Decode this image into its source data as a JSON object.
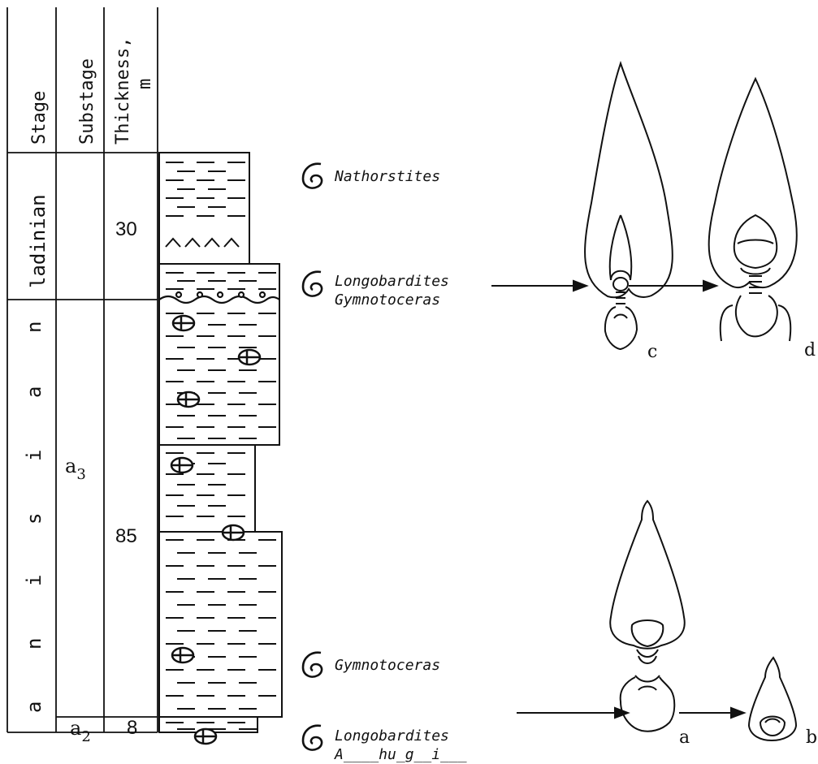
{
  "headers": {
    "stage": "Stage",
    "substage": "Substage",
    "thickness": "Thickness,",
    "thickness_unit": "m"
  },
  "stages": {
    "ladinian": "ladinian",
    "anisian_letters": [
      "n",
      "a",
      "i",
      "s",
      "i",
      "n",
      "a"
    ]
  },
  "substages": {
    "upper": "a",
    "upper_sub": "3",
    "lower": "a",
    "lower_sub": "2"
  },
  "thicknesses": {
    "ladinian": "30",
    "upper": "85",
    "lower": "8"
  },
  "fossil_labels": {
    "top": "Nathorstites",
    "middle_1": "Longobardites",
    "middle_2": "Gymnotoceras",
    "lower": "Gymnotoceras",
    "bottom_1": "Longobardites",
    "bottom_2": "A____hu_g__i___"
  },
  "figure_labels": {
    "a": "a",
    "b": "b",
    "c": "c",
    "d": "d"
  },
  "colors": {
    "ink": "#111111",
    "paper": "#ffffff"
  }
}
